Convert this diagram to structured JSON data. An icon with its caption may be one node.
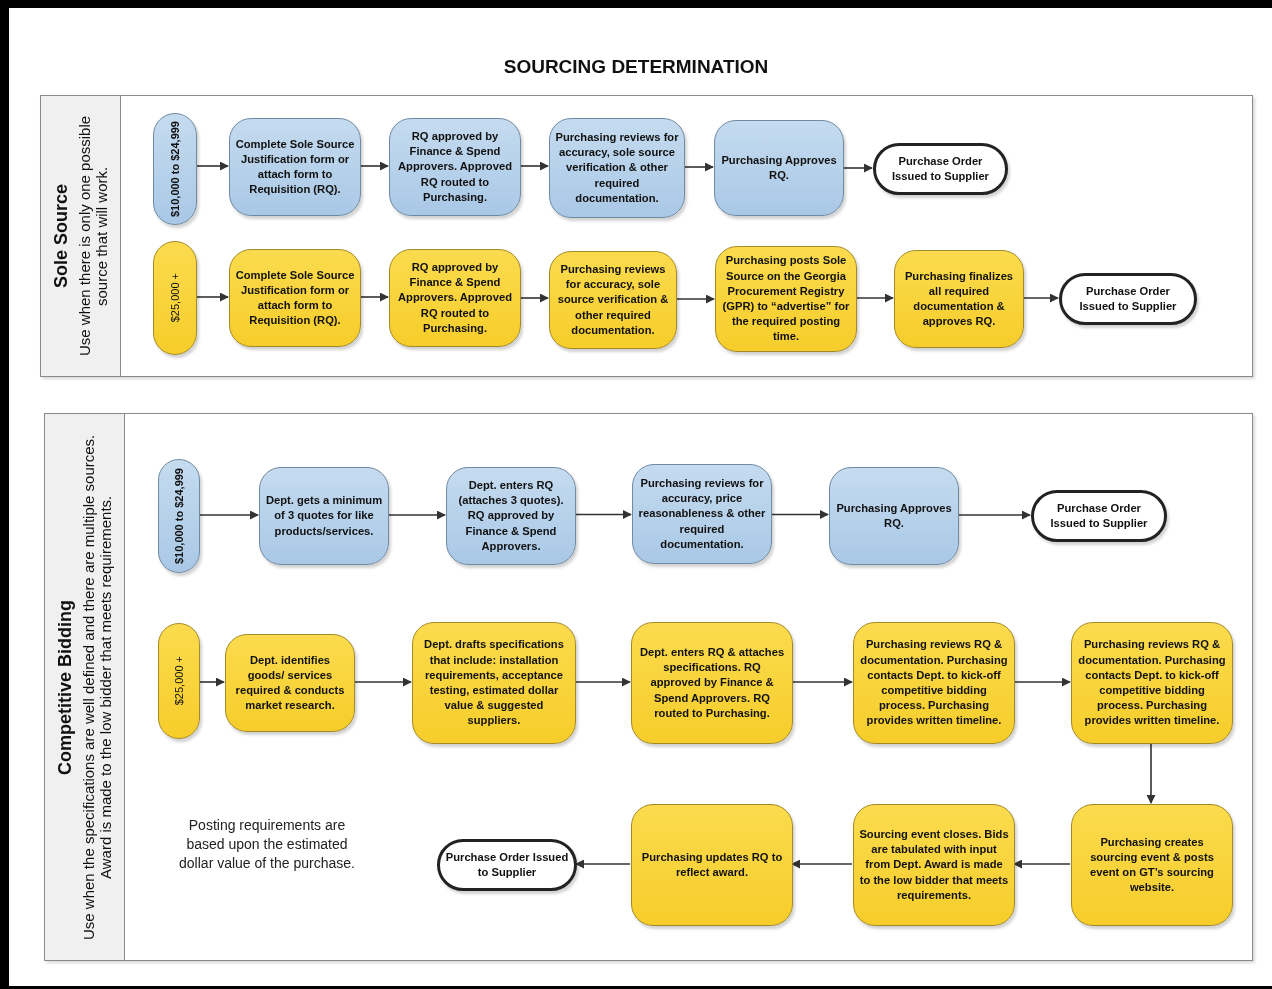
{
  "diagram": {
    "title": "SOURCING DETERMINATION",
    "nodes": [
      {
        "text": [
          "Sole Source",
          "Use when there is only one possible source that will work."
        ]
      },
      {
        "text": [
          "$10,000 to $24,999"
        ],
        "in": 0
      },
      {
        "text": [
          "Complete Sole Source Justification form or attach form to Requisition (RQ)."
        ],
        "in": 0
      },
      {
        "text": [
          "RQ approved by Finance & Spend Approvers. Approved RQ routed to Purchasing."
        ],
        "in": 0
      },
      {
        "text": [
          "Purchasing reviews for accuracy, sole source verification & other required documentation."
        ],
        "in": 0
      },
      {
        "text": [
          "Purchasing Approves RQ."
        ],
        "in": 0
      },
      {
        "text": [
          "Purchase Order Issued to Supplier"
        ],
        "in": 0
      },
      {
        "text": [
          "$25,000 +"
        ],
        "in": 0
      },
      {
        "text": [
          "Complete Sole Source Justification form or attach form to Requisition (RQ)."
        ],
        "in": 0
      },
      {
        "text": [
          "RQ approved by Finance & Spend Approvers. Approved RQ routed to Purchasing."
        ],
        "in": 0
      },
      {
        "text": [
          "Purchasing reviews for accuracy, sole source verification & other required documentation."
        ],
        "in": 0
      },
      {
        "text": [
          "Purchasing posts Sole Source on the Georgia Procurement Registry (GPR) to “advertise” for the required posting time."
        ],
        "in": 0
      },
      {
        "text": [
          "Purchasing finalizes all required documentation & approves RQ."
        ],
        "in": 0
      },
      {
        "text": [
          "Purchase Order Issued to Supplier"
        ],
        "in": 0
      },
      {
        "text": [
          "Competitive Bidding",
          "Use when the specifications are well defined and there are multiple sources. Award is made to the low bidder that meets requirements."
        ]
      },
      {
        "text": [
          "$10,000 to $24,999"
        ],
        "in": 14
      },
      {
        "text": [
          "Dept. gets a minimum of 3 quotes for like products/services."
        ],
        "in": 14
      },
      {
        "text": [
          "Dept. enters RQ (attaches 3 quotes). RQ approved by Finance & Spend Approvers."
        ],
        "in": 14
      },
      {
        "text": [
          "Purchasing reviews for accuracy, price reasonableness & other required documentation."
        ],
        "in": 14
      },
      {
        "text": [
          "Purchasing Approves RQ."
        ],
        "in": 14
      },
      {
        "text": [
          "Purchase Order Issued to Supplier"
        ],
        "in": 14
      },
      {
        "text": [
          "$25,000 +"
        ],
        "in": 14
      },
      {
        "text": [
          "Dept. identifies goods/ services required & conducts market research."
        ],
        "in": 14
      },
      {
        "text": [
          "Dept. drafts specifications that include: installation requirements, acceptance testing, estimated dollar value & suggested suppliers."
        ],
        "in": 14
      },
      {
        "text": [
          "Dept. enters RQ & attaches specifications. RQ approved by Finance & Spend Approvers. RQ routed to Purchasing."
        ],
        "in": 14
      },
      {
        "text": [
          "Purchasing reviews RQ & documentation. Purchasing contacts Dept. to kick-off competitive bidding process. Purchasing provides written timeline."
        ],
        "in": 14
      },
      {
        "text": [
          "Purchasing reviews RQ & documentation. Purchasing contacts Dept. to kick-off competitive bidding process. Purchasing provides written timeline."
        ],
        "in": 14
      },
      {
        "text": [
          "Purchasing creates sourcing event & posts event on GT’s sourcing website."
        ],
        "in": 14
      },
      {
        "text": [
          "Sourcing event closes. Bids are tabulated with input from Dept. Award is made to the low bidder that meets requirements."
        ],
        "in": 14
      },
      {
        "text": [
          "Purchasing updates RQ to reflect award."
        ],
        "in": 14
      },
      {
        "text": [
          "Purchase Order Issued to Supplier"
        ],
        "in": 14
      }
    ],
    "edges": [
      {
        "from": 1,
        "to": 2,
        "arrow": "to"
      },
      {
        "from": 2,
        "to": 3,
        "arrow": "to"
      },
      {
        "from": 3,
        "to": 4,
        "arrow": "to"
      },
      {
        "from": 4,
        "to": 5,
        "arrow": "to"
      },
      {
        "from": 5,
        "to": 6,
        "arrow": "to"
      },
      {
        "from": 7,
        "to": 8,
        "arrow": "to"
      },
      {
        "from": 8,
        "to": 9,
        "arrow": "to"
      },
      {
        "from": 9,
        "to": 10,
        "arrow": "to"
      },
      {
        "from": 10,
        "to": 11,
        "arrow": "to"
      },
      {
        "from": 11,
        "to": 12,
        "arrow": "to"
      },
      {
        "from": 12,
        "to": 13,
        "arrow": "to"
      },
      {
        "from": 15,
        "to": 16,
        "arrow": "to"
      },
      {
        "from": 16,
        "to": 17,
        "arrow": "to"
      },
      {
        "from": 17,
        "to": 18,
        "arrow": "to"
      },
      {
        "from": 18,
        "to": 19,
        "arrow": "to"
      },
      {
        "from": 19,
        "to": 20,
        "arrow": "to"
      },
      {
        "from": 21,
        "to": 22,
        "arrow": "to"
      },
      {
        "from": 22,
        "to": 23,
        "arrow": "to"
      },
      {
        "from": 23,
        "to": 24,
        "arrow": "to"
      },
      {
        "from": 24,
        "to": 25,
        "arrow": "to"
      },
      {
        "from": 25,
        "to": 26,
        "arrow": "to"
      },
      {
        "from": 26,
        "to": 27,
        "arrow": "to"
      },
      {
        "from": 27,
        "to": 28,
        "arrow": "to"
      },
      {
        "from": 28,
        "to": 29,
        "arrow": "to"
      },
      {
        "from": 29,
        "to": 30,
        "arrow": "to"
      }
    ],
    "labels": [
      "Posting requirements are based upon the estimated dollar value of the purchase."
    ]
  }
}
